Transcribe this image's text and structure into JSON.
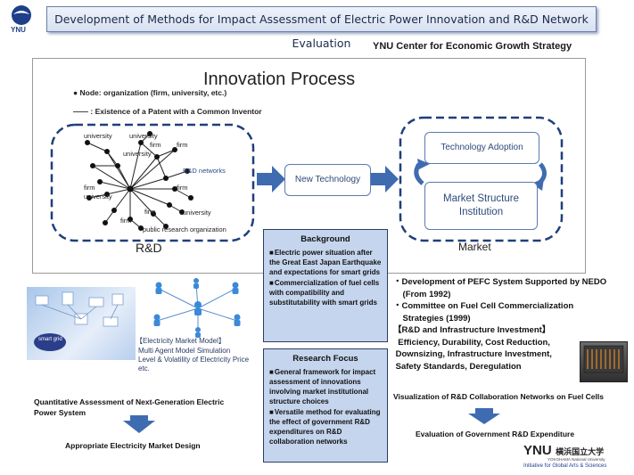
{
  "header": {
    "title": "Development of Methods for Impact Assessment of Electric Power Innovation and R&D Network Evaluation",
    "logo_text": "YNU",
    "center": "YNU  Center for Economic Growth Strategy"
  },
  "diagram": {
    "title": "Innovation Process",
    "legend_node": "Node: organization  (firm, university,  etc.)",
    "legend_edge": ": Existence of a Patent with a Common Inventor",
    "network_labels": [
      "university",
      "university",
      "firm",
      "firm",
      "university",
      "R&D networks",
      "firm",
      "firm",
      "university",
      "firm",
      "university",
      "public research organization",
      "firm"
    ],
    "rd_label": "R&D",
    "new_technology": "New Technology",
    "technology_adoption": "Technology Adoption",
    "market_structure": "Market Structure Institution",
    "market_label": "Market"
  },
  "background": {
    "heading": "Background",
    "items": [
      "Electric power situation after the Great East Japan Earthquake and expectations for smart grids",
      "Commercialization of fuel cells with compatibility  and substitutability with smart grids"
    ]
  },
  "research_focus": {
    "heading": "Research Focus",
    "items": [
      "General framework  for impact assessment of innovations involving  market institutional structure  choices",
      "Versatile method  for evaluating the effect of government R&D expenditures on  R&D collaboration  networks"
    ]
  },
  "left": {
    "smart_grid_badge": "smart grid",
    "model_lines": [
      "【Electricity Market Model】",
      "Multi Agent Model  Simulation",
      "Level & Volatility of Electricity Price",
      "etc."
    ],
    "assessment": "Quantitative  Assessment of Next-Generation Electric Power System",
    "design": "Appropriate Electricity Market Design"
  },
  "right": {
    "bullets": [
      "・Development of PEFC System Supported by NEDO",
      "    (From 1992)",
      "・Committee on Fuel Cell Commercialization",
      "    Strategies (1999)",
      "【R&D and Infrastructure  Investment】",
      "  Efficiency, Durability, Cost Reduction,",
      " Downsizing, Infrastructure Investment,",
      " Safety Standards, Deregulation"
    ],
    "visualization": "Visualization of R&D Collaboration Networks on Fuel Cells",
    "evaluation": "Evaluation of Government R&D Expenditure"
  },
  "footer": {
    "ynu": "YNU",
    "jp_name": "横浜国立大学",
    "en_name": "YOKOHAMA National University",
    "initiative": "Initiative for Global Arts & Sciences"
  },
  "colors": {
    "accent": "#2e5a9c",
    "panel": "#c5d5ee",
    "arrow": "#3f6bb0"
  }
}
